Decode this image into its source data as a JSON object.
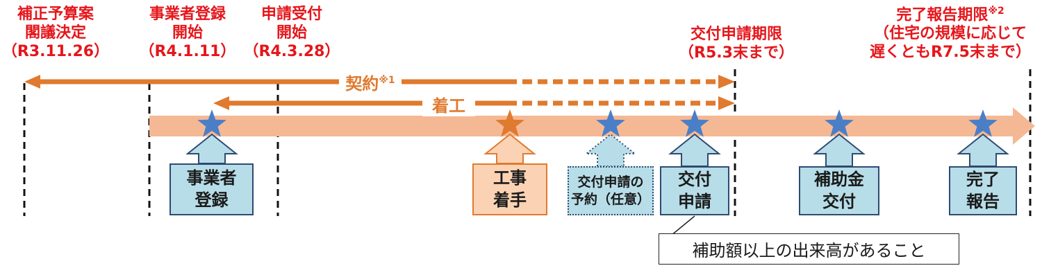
{
  "milestones": {
    "cabinet": {
      "line1": "補正予算案",
      "line2": "閣議決定",
      "date": "（R3.11.26）"
    },
    "registration_start": {
      "line1": "事業者登録",
      "line2": "開始",
      "date": "（R4.1.11）"
    },
    "application_start": {
      "line1": "申請受付",
      "line2": "開始",
      "date": "（R4.3.28）"
    },
    "application_deadline": {
      "line1": "交付申請期限",
      "date": "（R5.3末まで）"
    },
    "report_deadline": {
      "line1": "完了報告期限",
      "sup": "※2",
      "line2": "（住宅の規模に応じて",
      "line3": "遅くともR7.5末まで）"
    }
  },
  "arrows": {
    "contract": {
      "label": "契約",
      "sup": "※1"
    },
    "construction": {
      "label": "着工"
    }
  },
  "steps": {
    "registration": {
      "line1": "事業者",
      "line2": "登録"
    },
    "construction_start": {
      "line1": "工事",
      "line2": "着手"
    },
    "reservation": {
      "line1": "交付申請の",
      "line2": "予約（任意）"
    },
    "application": {
      "line1": "交付",
      "line2": "申請"
    },
    "subsidy": {
      "line1": "補助金",
      "line2": "交付"
    },
    "completion": {
      "line1": "完了",
      "line2": "報告"
    }
  },
  "note": "補助額以上の出来高があること",
  "colors": {
    "red": "#e5161b",
    "orange": "#e07a2e",
    "band": "#f5b894",
    "star_blue": "#4a7fc8",
    "box_blue": "#b7dde8",
    "box_orange": "#fbd3b4"
  }
}
